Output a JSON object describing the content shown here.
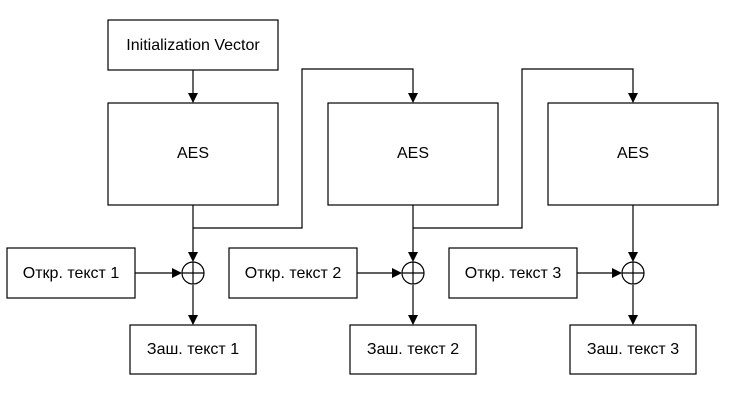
{
  "diagram": {
    "iv_label": "Initialization Vector",
    "blocks": [
      {
        "cipher_label": "AES",
        "plaintext_label": "Откр. текст 1",
        "ciphertext_label": "Заш. текст 1"
      },
      {
        "cipher_label": "AES",
        "plaintext_label": "Откр. текст 2",
        "ciphertext_label": "Заш. текст 2"
      },
      {
        "cipher_label": "AES",
        "plaintext_label": "Откр. текст 3",
        "ciphertext_label": "Заш. текст 3"
      }
    ]
  }
}
